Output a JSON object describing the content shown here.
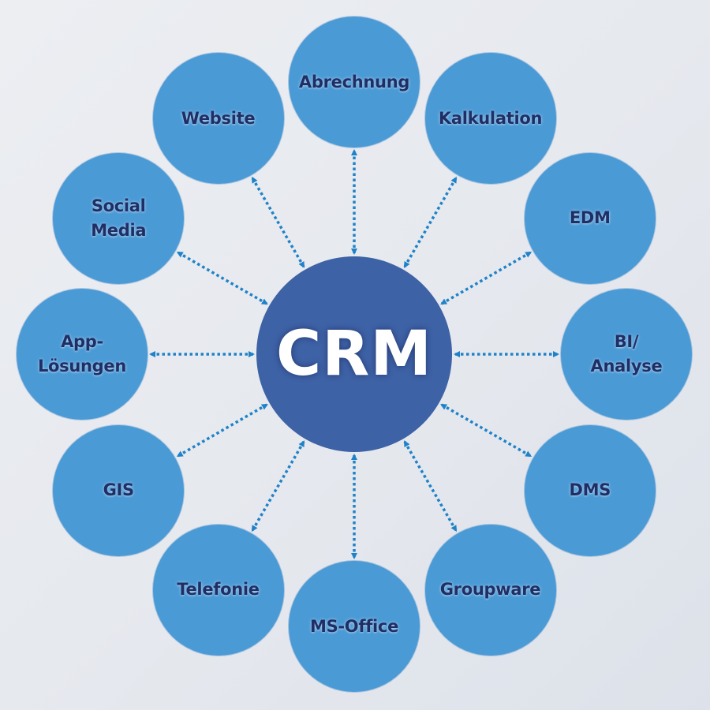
{
  "diagram": {
    "type": "hub-and-spoke",
    "hub": {
      "label": "CRM"
    },
    "nodes": [
      {
        "id": "abrechnung",
        "label": "Abrechnung"
      },
      {
        "id": "kalkulation",
        "label": "Kalkulation"
      },
      {
        "id": "edm",
        "label": "EDM"
      },
      {
        "id": "bi-analyse",
        "label": "BI/\nAnalyse"
      },
      {
        "id": "dms",
        "label": "DMS"
      },
      {
        "id": "groupware",
        "label": "Groupware"
      },
      {
        "id": "ms-office",
        "label": "MS-Office"
      },
      {
        "id": "telefonie",
        "label": "Telefonie"
      },
      {
        "id": "gis",
        "label": "GIS"
      },
      {
        "id": "app-loesungen",
        "label": "App-\nLösungen"
      },
      {
        "id": "social-media",
        "label": "Social\nMedia"
      },
      {
        "id": "website",
        "label": "Website"
      }
    ],
    "connector_style": "dotted bidirectional arrow",
    "colors": {
      "hub": "#3e62a6",
      "node": "#4a9ad6",
      "node_text": "#1f2f66",
      "hub_text": "#ffffff",
      "connector": "#1f82c9"
    }
  }
}
